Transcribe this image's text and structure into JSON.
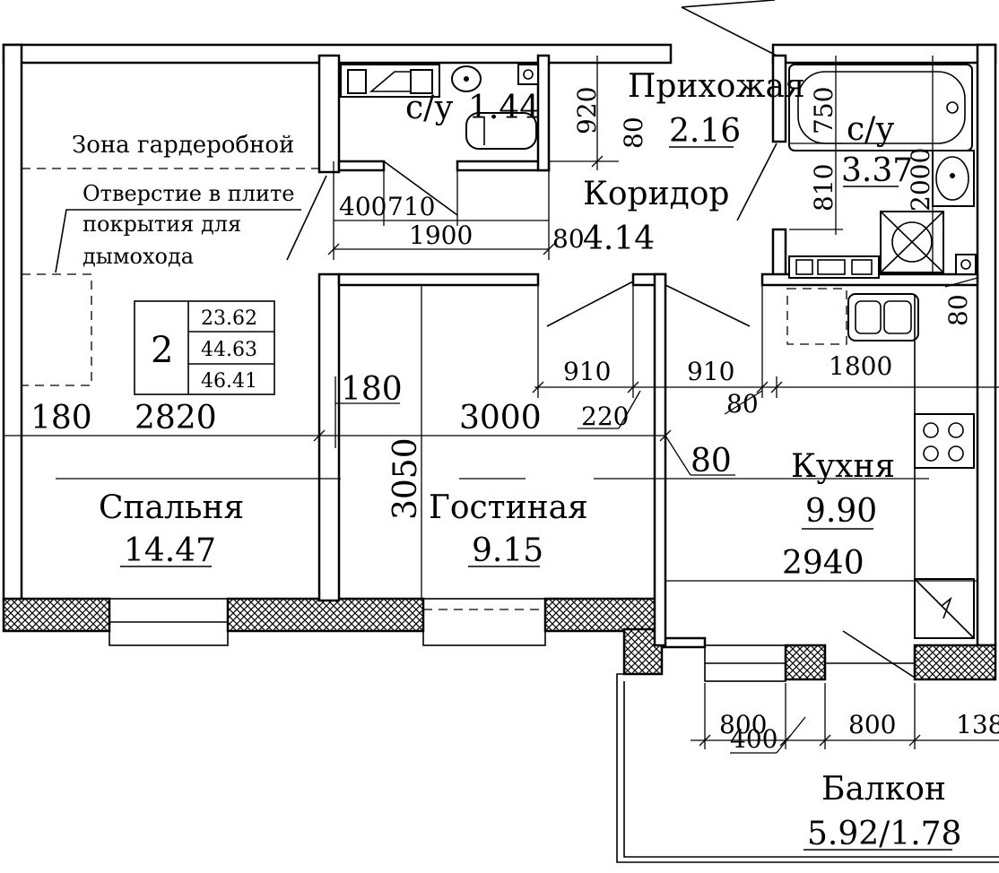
{
  "rooms": {
    "bath1": {
      "name": "с/у",
      "area": "1.44"
    },
    "hall": {
      "name": "Прихожая",
      "area": "2.16"
    },
    "bath2": {
      "name": "с/у",
      "area": "3.37"
    },
    "corridor": {
      "name": "Коридор",
      "area": "4.14"
    },
    "bedroom": {
      "name": "Спальня",
      "area": "14.47"
    },
    "living": {
      "name": "Гостиная",
      "area": "9.15"
    },
    "kitchen": {
      "name": "Кухня",
      "area": "9.90"
    },
    "balcony": {
      "name": "Балкон",
      "area": "5.92/1.78"
    }
  },
  "labels": {
    "wardrobe_zone": "Зона гардеробной",
    "chimney_line1": "Отверстие в плите",
    "chimney_line2": "покрытия для",
    "chimney_line3": "дымохода"
  },
  "summary": {
    "rooms_count": "2",
    "area_living": "23.62",
    "area_total": "44.63",
    "area_with_balcony": "46.41"
  },
  "dimensions": {
    "d920": "920",
    "d80_hall": "80",
    "d750": "750",
    "d2000": "2000",
    "d810": "810",
    "d400": "400",
    "d710": "710",
    "d1900": "1900",
    "d80_corr": "80",
    "d910_left": "910",
    "d910_right": "910",
    "d1800": "1800",
    "d80_kitchen_side": "80",
    "d80_kitchen_low": "80",
    "d220": "220",
    "d180_left": "180",
    "d2820": "2820",
    "d180_mid": "180",
    "d3000": "3000",
    "d3050": "3050",
    "d80_living": "80",
    "d2940": "2940",
    "d800_a": "800",
    "d800_b": "800",
    "d400_bal": "400",
    "d138": "138"
  }
}
